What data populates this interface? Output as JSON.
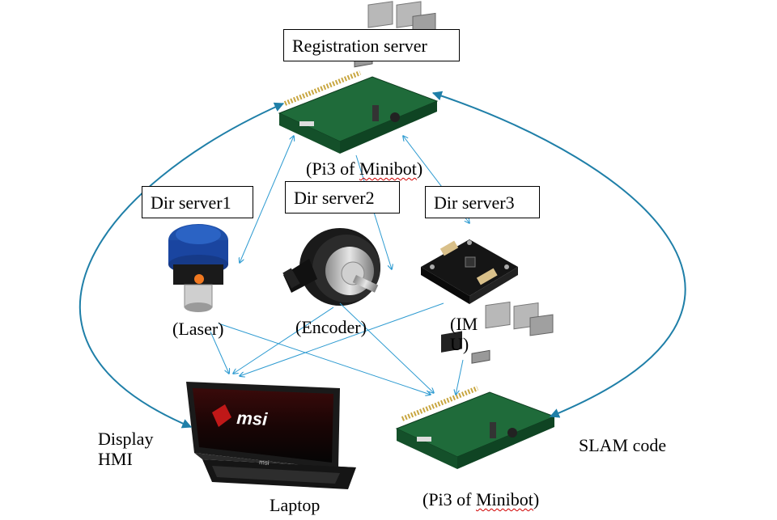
{
  "boxes": {
    "registration": "Registration server",
    "dir1": "Dir server1",
    "dir2": "Dir server2",
    "dir3": "Dir server3"
  },
  "labels": {
    "pi3_top_prefix": "(Pi3 of ",
    "pi3_top_word": "Minibot",
    "pi3_top_suffix": ")",
    "laser": "(Laser)",
    "encoder": "(Encoder)",
    "imu_line1": "(IM",
    "imu_line2": "U)",
    "display_line1": "Display",
    "display_line2": "HMI",
    "slam": "SLAM code",
    "laptop": "Laptop",
    "pi3_bottom_prefix": "(Pi3 of ",
    "pi3_bottom_word": "Minibot",
    "pi3_bottom_suffix": ")",
    "msi_logo": "msi",
    "msi_bezel": "msi"
  },
  "colors": {
    "arrow": "#2e9bd1",
    "big_arc": "#1f7fa8",
    "pcb": "#1f6b3a",
    "laser_cap": "#1e4fa8"
  },
  "icons": {
    "registration_pi": "raspberry-pi-board",
    "laser": "lidar-sensor",
    "encoder": "rotary-encoder",
    "imu": "imu-board",
    "laptop": "laptop-computer",
    "minibot_pi": "raspberry-pi-board"
  }
}
